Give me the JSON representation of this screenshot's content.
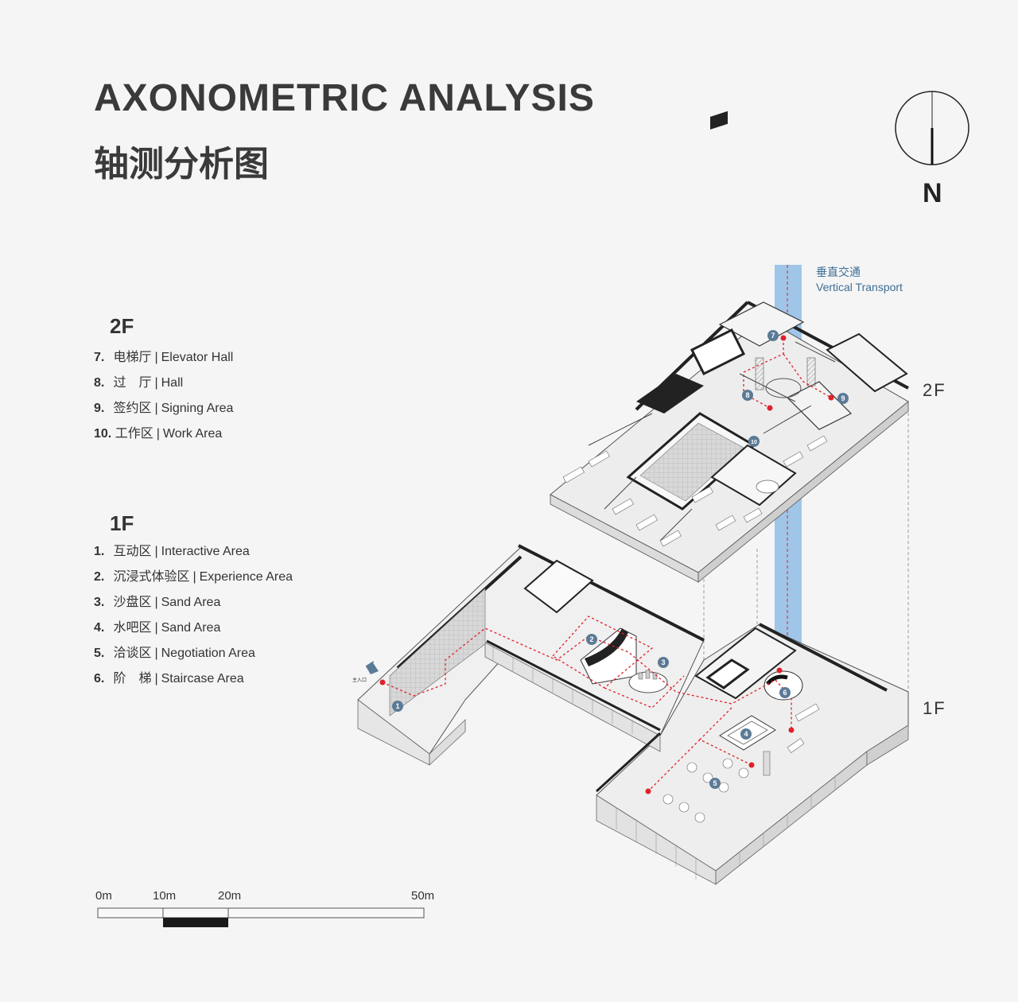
{
  "title": {
    "en": "AXONOMETRIC ANALYSIS",
    "cn": "轴测分析图"
  },
  "north": {
    "label": "N"
  },
  "floors": {
    "f2": {
      "title": "2F",
      "items": [
        {
          "num": "7.",
          "cn": "电梯厅",
          "en": "Elevator Hall"
        },
        {
          "num": "8.",
          "cn": "过　厅",
          "en": "Hall"
        },
        {
          "num": "9.",
          "cn": "签约区",
          "en": "Signing Area"
        },
        {
          "num": "10.",
          "cn": "工作区",
          "en": "Work Area"
        }
      ]
    },
    "f1": {
      "title": "1F",
      "items": [
        {
          "num": "1.",
          "cn": "互动区",
          "en": "Interactive Area"
        },
        {
          "num": "2.",
          "cn": "沉浸式体验区",
          "en": "Experience Area"
        },
        {
          "num": "3.",
          "cn": "沙盘区",
          "en": "Sand Area"
        },
        {
          "num": "4.",
          "cn": "水吧区",
          "en": "Sand Area"
        },
        {
          "num": "5.",
          "cn": "洽谈区",
          "en": "Negotiation Area"
        },
        {
          "num": "6.",
          "cn": "阶　梯",
          "en": "Staircase Area"
        }
      ]
    }
  },
  "separator": "|",
  "vertical_transport": {
    "cn": "垂直交通",
    "en": "Vertical Transport"
  },
  "floor_tags": {
    "upper": "2F",
    "lower": "1F"
  },
  "entrance_label": "主入口",
  "markers": [
    "1",
    "2",
    "3",
    "4",
    "5",
    "6",
    "7",
    "8",
    "9",
    "10"
  ],
  "scale": {
    "labels": [
      "0m",
      "10m",
      "20m",
      "50m"
    ]
  },
  "colors": {
    "accent_red": "#e0202a",
    "transport_blue": "#8fbde6",
    "marker_fill": "#5b7a96",
    "wall": "#222222"
  }
}
